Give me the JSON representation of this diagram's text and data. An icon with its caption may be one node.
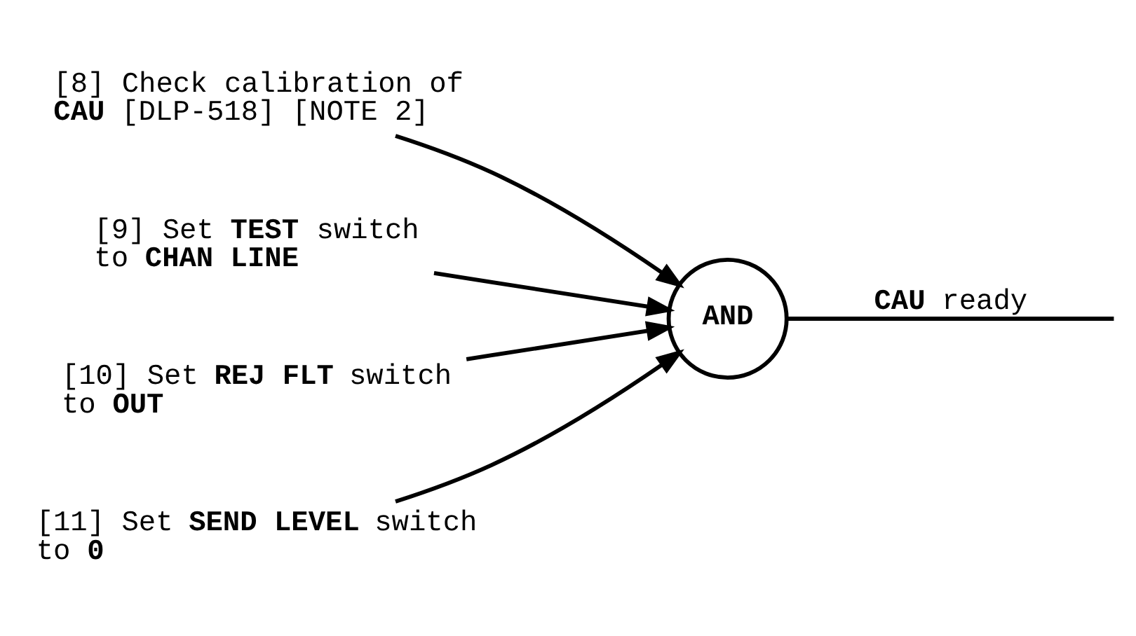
{
  "diagram": {
    "nodes": [
      {
        "text": [
          "[8] Check calibration of **CAU** [DLP-518] [NOTE 2]"
        ]
      },
      {
        "text": [
          "[9] Set **TEST** switch to **CHAN LINE**"
        ]
      },
      {
        "text": [
          "[10] Set **REJ FLT** switch to **OUT**"
        ]
      },
      {
        "text": [
          "[11] Set **SEND LEVEL** switch to **0**"
        ]
      },
      {
        "text": [
          "**AND**"
        ]
      }
    ],
    "edges": [
      {
        "from": 0,
        "to": 4,
        "arrow": "to"
      },
      {
        "from": 1,
        "to": 4,
        "arrow": "to"
      },
      {
        "from": 2,
        "to": 4,
        "arrow": "to"
      },
      {
        "from": 3,
        "to": 4,
        "arrow": "to"
      },
      {
        "from": 4,
        "to": null,
        "arrow": "none",
        "label": "**CAU** ready"
      }
    ]
  }
}
